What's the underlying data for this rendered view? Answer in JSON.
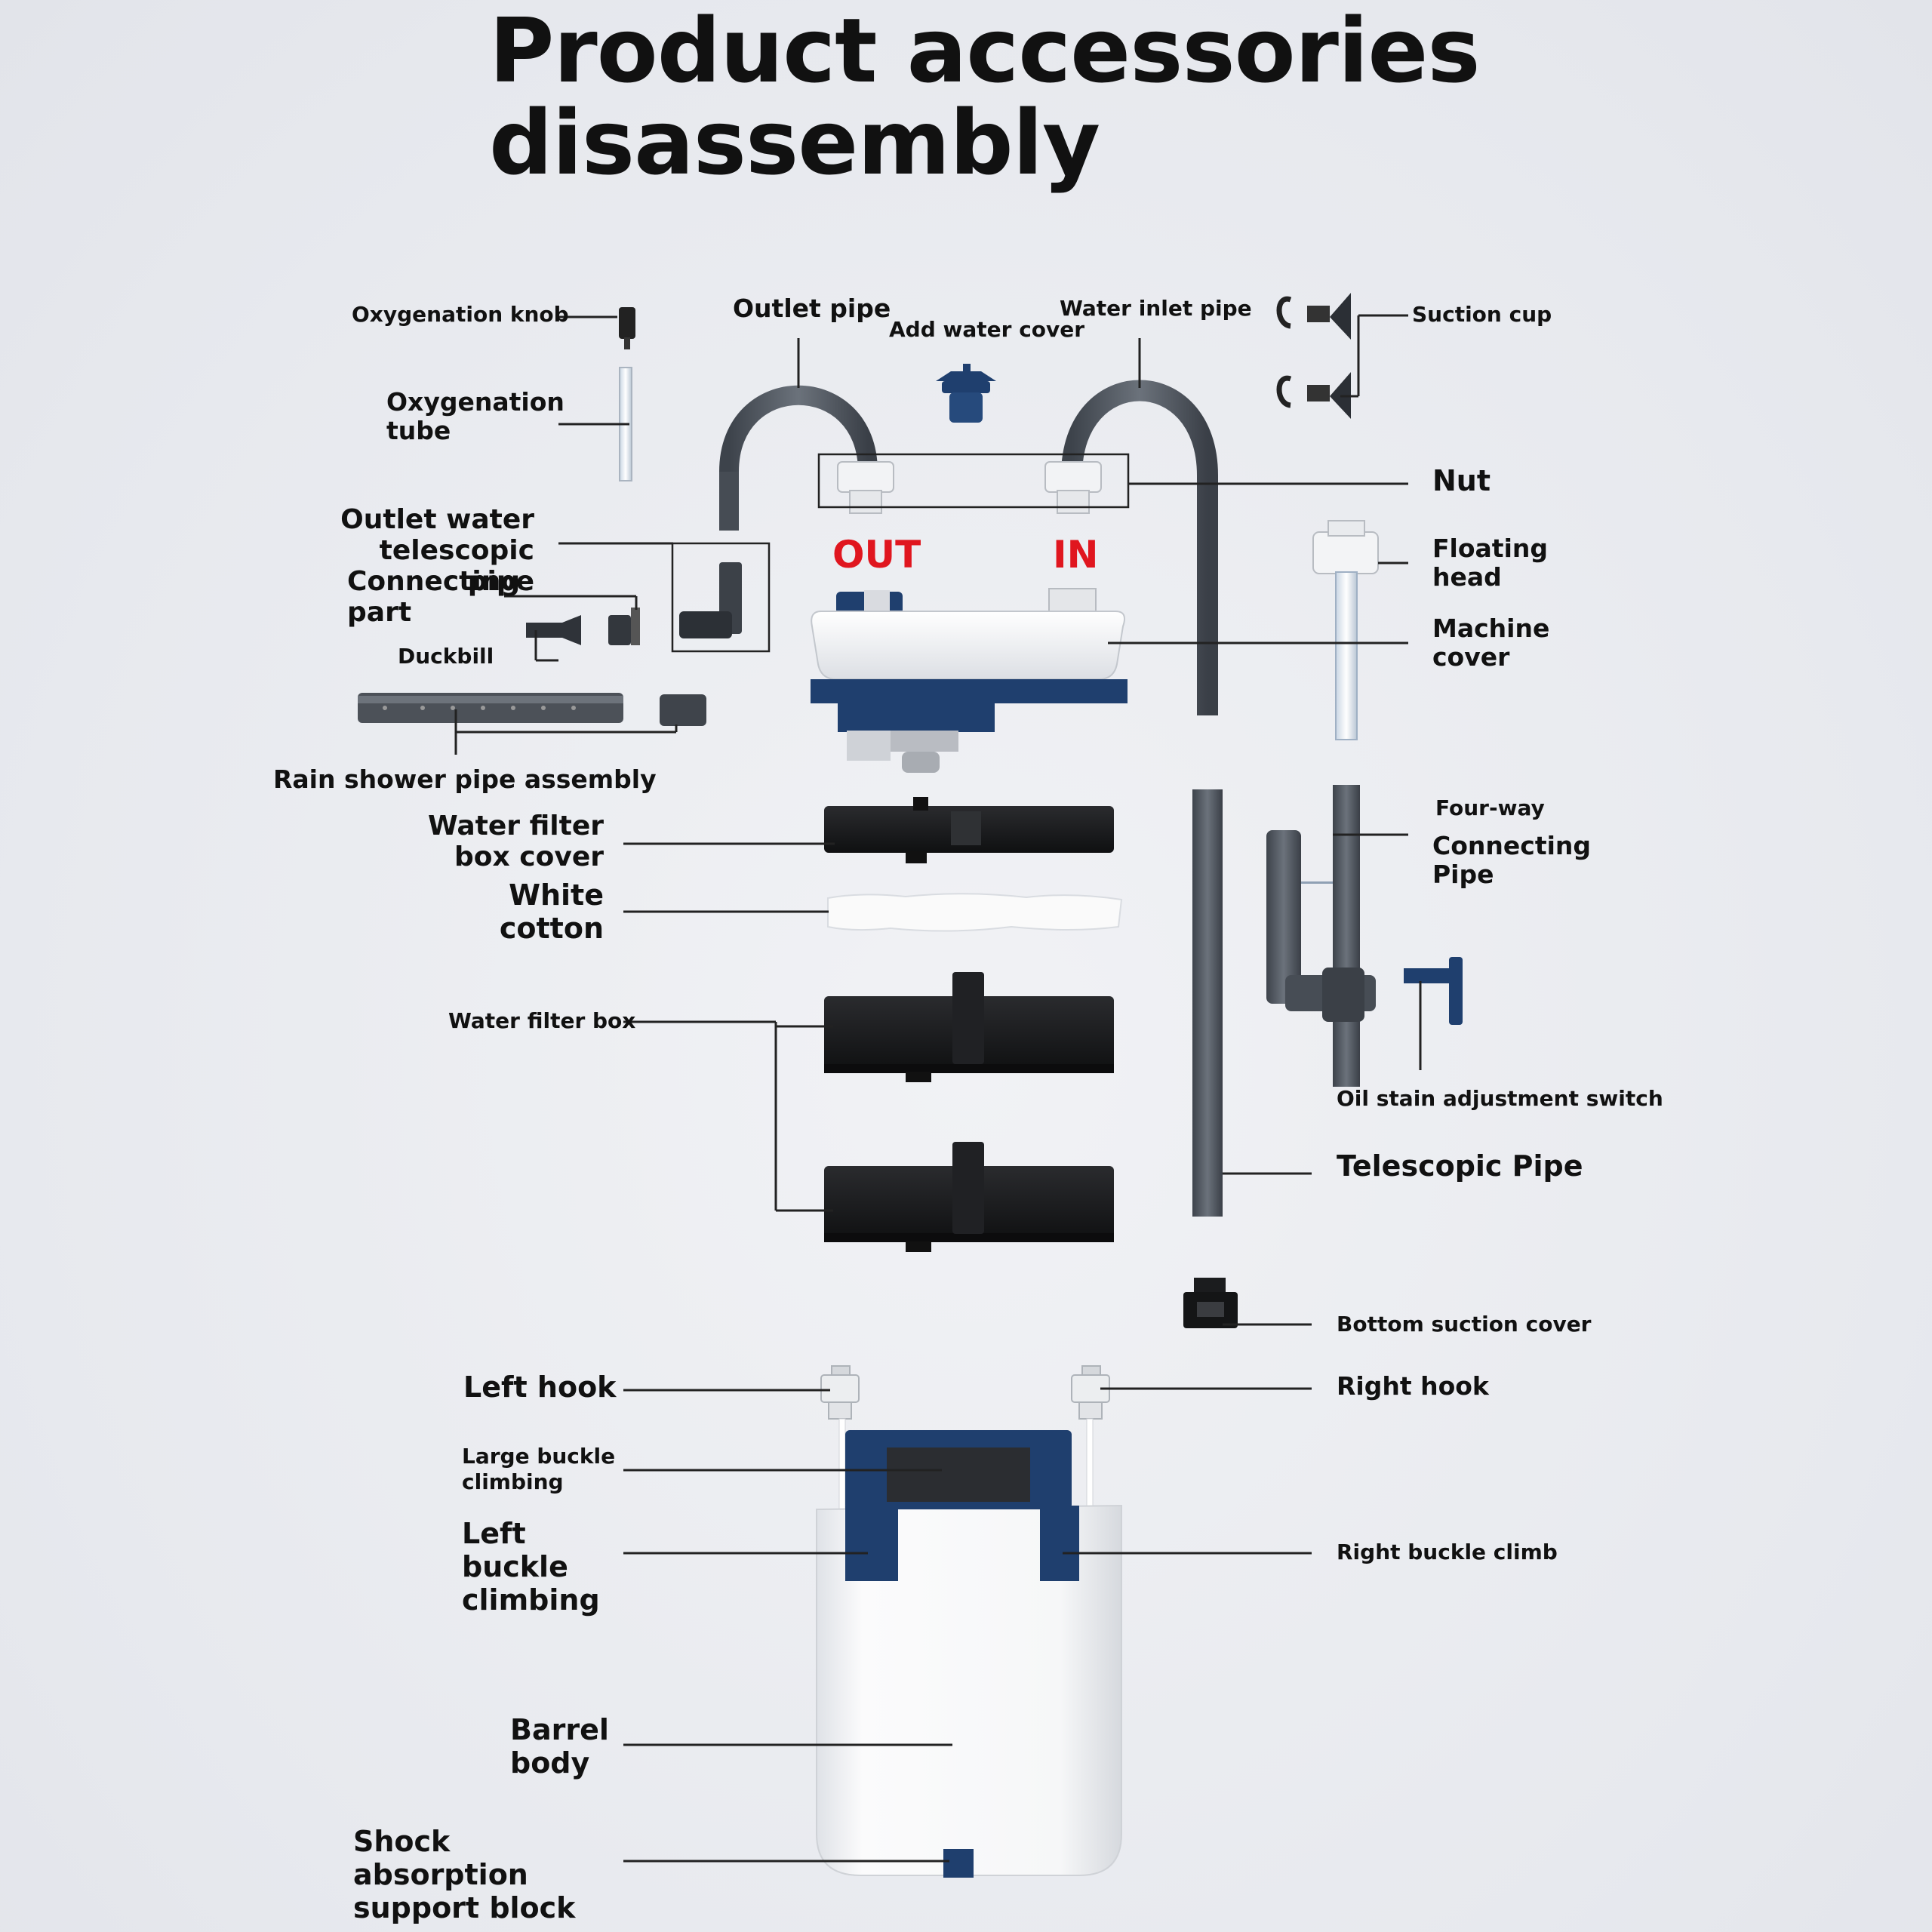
{
  "title": "Product accessories disassembly",
  "ports": {
    "out": "OUT",
    "in": "IN"
  },
  "labels": {
    "oxygenation_knob": "Oxygenation knob",
    "oxygenation_tube": "Oxygenation tube",
    "outlet_pipe": "Outlet pipe",
    "add_water_cover": "Add water cover",
    "water_inlet_pipe": "Water inlet pipe",
    "suction_cup": "Suction cup",
    "nut": "Nut",
    "outlet_water_telescopic_pipe": "Outlet water telescopic pipe",
    "connecting_part": "Connecting part",
    "duckbill": "Duckbill",
    "floating_head": "Floating head",
    "machine_cover": "Machine cover",
    "rain_shower_pipe_assembly": "Rain shower pipe assembly",
    "water_filter_box_cover": "Water filter box cover",
    "white_cotton": "White cotton",
    "water_filter_box": "Water filter box",
    "four_way": "Four-way",
    "connecting_pipe": "Connecting Pipe",
    "oil_stain_adjustment_switch": "Oil stain adjustment switch",
    "telescopic_pipe": "Telescopic Pipe",
    "bottom_suction_cover": "Bottom suction cover",
    "left_hook": "Left hook",
    "right_hook": "Right hook",
    "large_buckle_climbing": "Large buckle climbing",
    "left_buckle_climbing": "Left buckle climbing",
    "right_buckle_climb": "Right buckle climb",
    "barrel_body": "Barrel body",
    "shock_absorption_support_block": "Shock absorption support block"
  },
  "colors": {
    "navy": "#1f3f6e",
    "dark_gray": "#4a5058",
    "black_part": "#1d1e20",
    "port_red": "#e0161f"
  }
}
